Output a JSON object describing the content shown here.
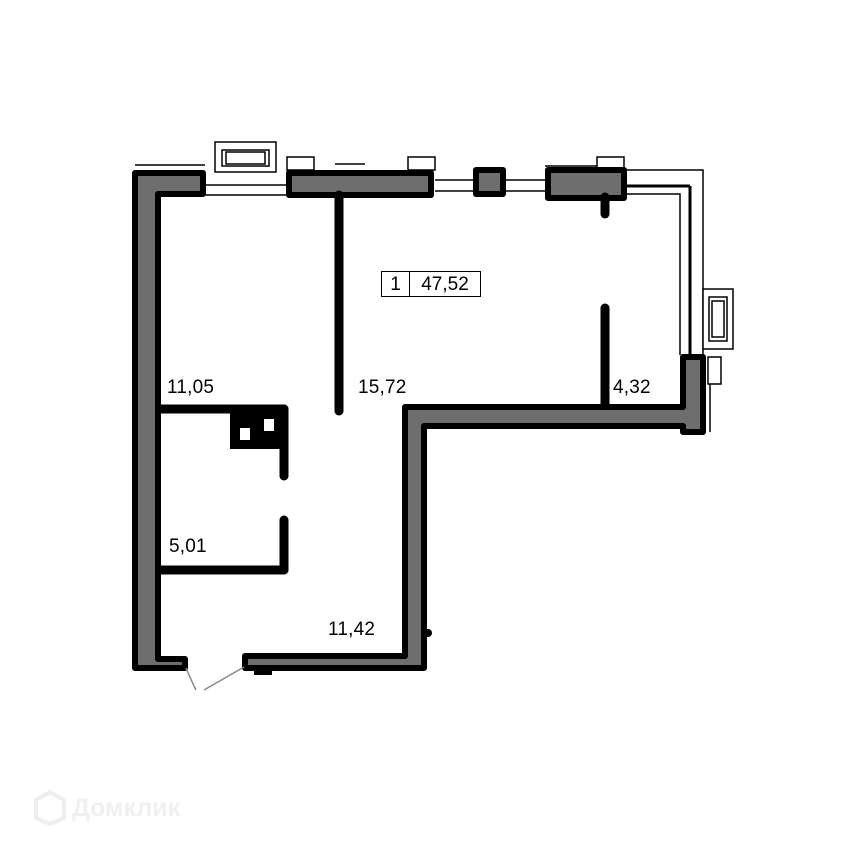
{
  "plan": {
    "unit": {
      "number": "1",
      "total_area": "47,52"
    },
    "rooms": [
      {
        "id": "room-left",
        "area": "11,05"
      },
      {
        "id": "room-main",
        "area": "15,72"
      },
      {
        "id": "balcony",
        "area": "4,32"
      },
      {
        "id": "bathroom",
        "area": "5,01"
      },
      {
        "id": "hallway",
        "area": "11,42"
      }
    ],
    "colors": {
      "wall_fill": "#6e6e6e",
      "wall_outline": "#000000",
      "background": "#ffffff"
    }
  },
  "watermark": {
    "brand": "Домклик",
    "icon": "domclick-logo-icon"
  }
}
